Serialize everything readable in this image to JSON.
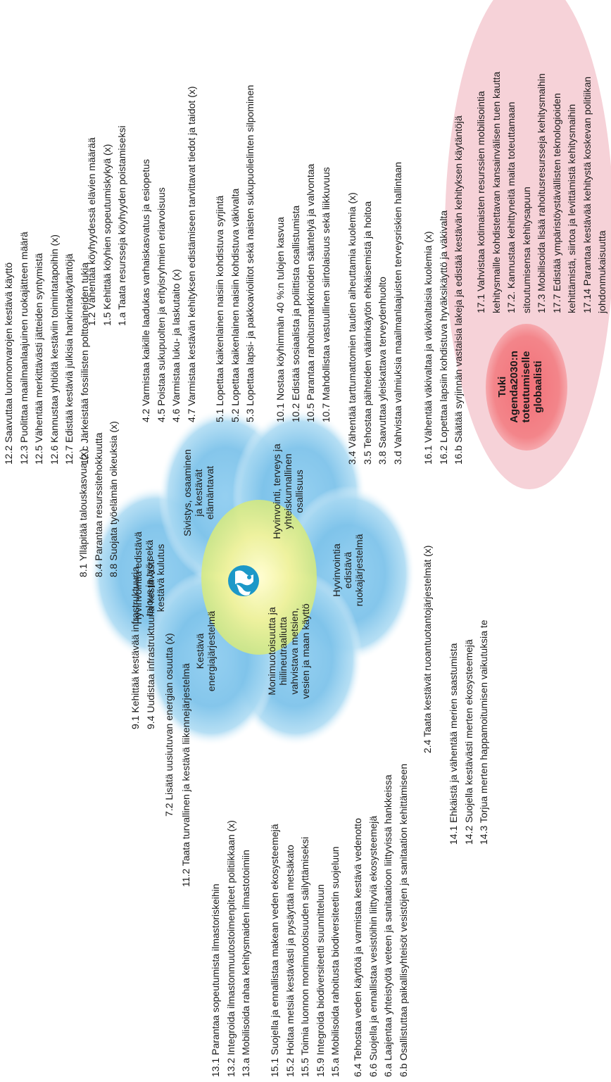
{
  "colors": {
    "petal": "#7ec3ea",
    "center_outer": "#e3ee8a",
    "center_inner": "#fdf7a8",
    "tuki_bg": "#f6d2d8",
    "tuki_circle": "#f37b80",
    "logo": "#1c98c8"
  },
  "logo": {
    "icon": "hands-globe-icon"
  },
  "petals": {
    "talous": "Hyvinvointia edistävä talous ja työ sekä kestävä kulutus",
    "sivistys": "Sivistys, osaaminen ja kestävät elämäntavat",
    "hyvinvointi": "Hyvinvointi, terveys ja yhteiskunnallinen osallisuus",
    "ruoka": "Hyvinvointia edistävä ruokajärjestelmä",
    "metsat": "Monimuotoisuutta ja hiilineutraaliutta vahvistava metsien, vesien ja maan käyttö",
    "energia": "Kestävä energiajärjestelmä"
  },
  "texts": {
    "g12": [
      "12.2 Saavuttaa luonnonvarojen kestävä käyttö",
      "12.3 Puolittaa maailmanlaajuinen ruokajätteen määrä",
      "12.5 Vähentää merkittävästi jätteiden syntymistä",
      "12.6 Kannustaa yhtiöitä kestäviin toimintatapoihin (x)",
      "12.7 Edistää kestäviä julkisia hankintakäytäntöjä",
      "12.c Järkeistää fossiilisten polttoaineiden tukia"
    ],
    "g1": [
      "1.2 Vähentää köyhyydessä elävien määrää",
      "1.5 Kehittää köyhien sopeutumiskykyä (x)",
      "1.a Taata resursseja köyhyyden poistamiseksi"
    ],
    "g4": [
      "4.2 Varmistaa kaikille laadukas varhaiskasvatus ja esiopetus",
      "4.5 Poistaa sukupuolten ja erityisryhmien eriarvoisuus",
      "4.6 Varmistaa luku- ja laskutaito (x)",
      "4.7 Varmistaa kestävän kehityksen edistämiseen tarvittavat tiedot ja taidot (x)"
    ],
    "g5": [
      "5.1 Lopettaa kaikenlainen naisiin kohdistuva syrjintä",
      "5.2 Lopettaa kaikenlainen naisiin kohdistuva väkivalta",
      "5.3 Lopettaa lapsi- ja pakkoavioliitot sekä naisten sukupuolielinten silpominen"
    ],
    "g10": [
      "10.1 Nostaa köyhimmän 40 %:n tulojen kasvua",
      "10.2 Edistää sosiaalista ja poliittista osallistumista",
      "10.5 Parantaa rahoitusmarkkinoiden sääntelyä ja valvontaa",
      "10.7 Mahdollistaa vastuullinen siirtolaisuus sekä liikkuvuus"
    ],
    "g3": [
      "3.4 Vähentää tarttumattomien tautien aiheuttamia kuolemia (x)",
      "3.5 Tehostaa päihteiden väärinkäytön ehkäisemistä ja hoitoa",
      "3.8 Saavuttaa yleiskattava terveydenhuolto",
      "3.d Vahvistaa valmiuksia maailmanlaajuisten terveysriskien hallintaan"
    ],
    "g16": [
      "16.1 Vähentää väkivaltaa ja väkivaltaisia kuolemia (x)",
      "16.2 Lopettaa lapsiin kohdistuva hyväksikäyttö ja väkivalta",
      "16.b Säätää syrjinnän vastaisia lakeja ja edistää kestävän kehityksen käytäntöjä"
    ],
    "g17": [
      "17.1 Vahvistaa kotimaisten resurssien mobilisointia",
      "kehitysmaille kohdistettavan kansainvälisen tuen kautta",
      "17.2. Kannustaa kehittyneitä maita toteuttamaan",
      "sitoutumisensa kehitysapuun",
      "17.3 Mobilisoida lisää rahoitusresursseja kehitysmaihin",
      "17.7 Edistää ympäristöystävällisten teknologioiden",
      "kehittämistä, siirtoa ja levittämistä kehitysmaihin",
      "17.14 Parantaa kestävää kehitystä koskevan politiikan",
      "johdonmukaisuutta"
    ],
    "g8": [
      "8.1 Ylläpitää talouskasvua (x)",
      "8.4 Parantaa resurssitehokkuutta",
      "8.8 Suojata työelämän oikeuksia (x)"
    ],
    "g9": [
      "9.1 Kehittää kestävää infrastruktuuria",
      "9.4 Uudistaa infrastruktuuria kestävästi"
    ],
    "g7": [
      "7.2 Lisätä uusiutuvan energian osuutta (x)"
    ],
    "g11": [
      "11.2 Taata turvallinen ja kestävä liikennejärjestelmä"
    ],
    "g13": [
      "13.1 Parantaa sopeutumista ilmastoriskeihin",
      "13.2 Integroida ilmastonmuutostoimenpiteet politiikkaan (x)",
      "13.a Mobilisoida rahaa kehitysmaiden ilmastotoimiin"
    ],
    "g15": [
      "15.1 Suojella ja ennallistaa makean veden ekosysteemejä",
      "15.2 Hoitaa metsiä kestävästi ja pysäyttää metsäkato",
      "15.5 Toimia luonnon monimuotoisuuden säilyttämiseksi",
      "15.9 Integroida biodiversiteetti suunnitteluun",
      "15.a Mobilisoida rahoitusta biodiversiteetin suojeluun"
    ],
    "g6": [
      "6.4 Tehostaa veden käyttöä ja varmistaa kestävä vedenotto",
      "6.6 Suojella ja ennallistaa vesistöihin liittyviä ekosysteemejä",
      "6.a Laajentaa yhteistyötä veteen ja sanitaatioon liittyvissä hankkeissa",
      "6.b Osallistuttaa paikallisyhteisöt vesistöjen ja sanitaation kehittämiseen"
    ],
    "g2": [
      "2.4 Taata kestävät ruoantuotantojärjestelmät (x)"
    ],
    "g14": [
      "14.1 Ehkäistä ja vähentää merien saastumista",
      "14.2 Suojella kestävästi merten ekosysteemejä",
      "14.3 Torjua merten happamoitumisen vaikutuksia te"
    ]
  },
  "tuki": {
    "title": "Tuki Agenda2030:n toteutumiselle globaalisti"
  }
}
